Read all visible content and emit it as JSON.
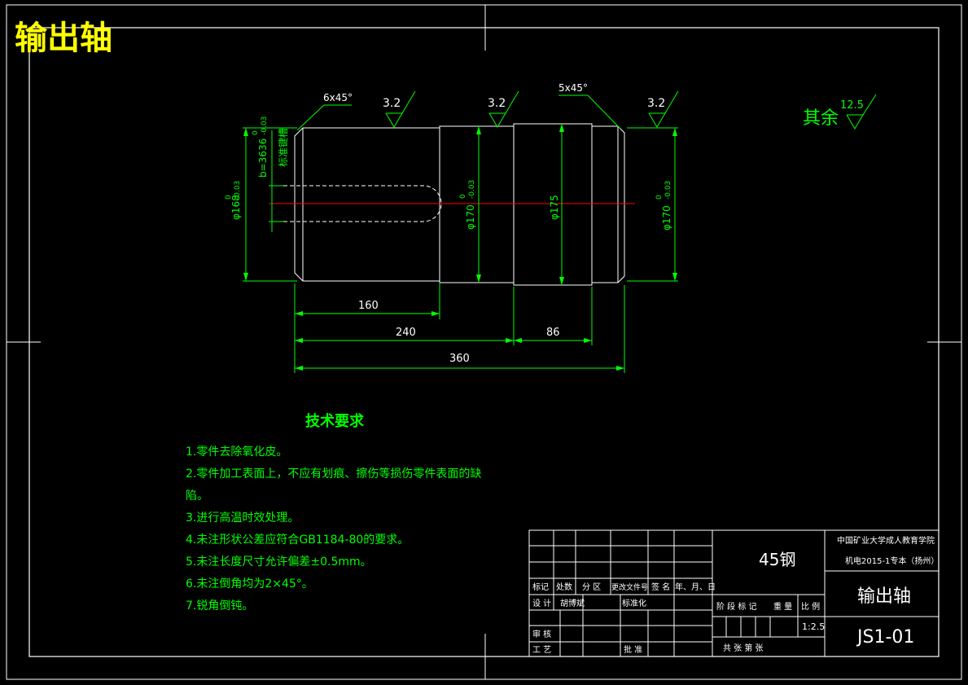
{
  "header": {
    "title": "输出轴"
  },
  "annotations": {
    "chamfer_left": "6x45°",
    "chamfer_right": "5x45°",
    "roughness": [
      "3.2",
      "3.2",
      "3.2"
    ],
    "other_label": "其余",
    "other_value": "12.5"
  },
  "dimensions": {
    "d168": "φ168",
    "d170a": "φ170",
    "d175": "φ175",
    "d170b": "φ170",
    "tol_upper": "0",
    "tol_lower": "-0.03",
    "keyway": "b=3636",
    "keyway_note": "标准键槽",
    "len_160": "160",
    "len_240": "240",
    "len_86": "86",
    "len_360": "360"
  },
  "tech": {
    "title": "技术要求",
    "items": [
      "1.零件去除氧化皮。",
      "2.零件加工表面上，不应有划痕、擦伤等损伤零件表面的缺",
      "陷。",
      "3.进行高温时效处理。",
      "4.未注形状公差应符合GB1184-80的要求。",
      "5.未注长度尺寸允许偏差±0.5mm。",
      "6.未注倒角均为2×45°。",
      "7.锐角倒钝。"
    ]
  },
  "title_block": {
    "material": "45钢",
    "school": "中国矿业大学成人教育学院",
    "class": "机电2015-1专本（扬州）",
    "part_name": "输出轴",
    "drawing_no": "JS1-01",
    "scale": "1:2.5",
    "h_mark": "标记",
    "h_count": "处数",
    "h_zone": "分 区",
    "h_doc": "更改文件号",
    "h_sign": "签 名",
    "h_date": "年、月、日",
    "design": "设 计",
    "designer": "胡博斌",
    "standard": "标准化",
    "stage": "阶 段 标 记",
    "weight": "重 量",
    "ratio": "比 例",
    "review": "审 核",
    "process": "工 艺",
    "approve": "批 准",
    "sheet": "共    张  第    张"
  }
}
